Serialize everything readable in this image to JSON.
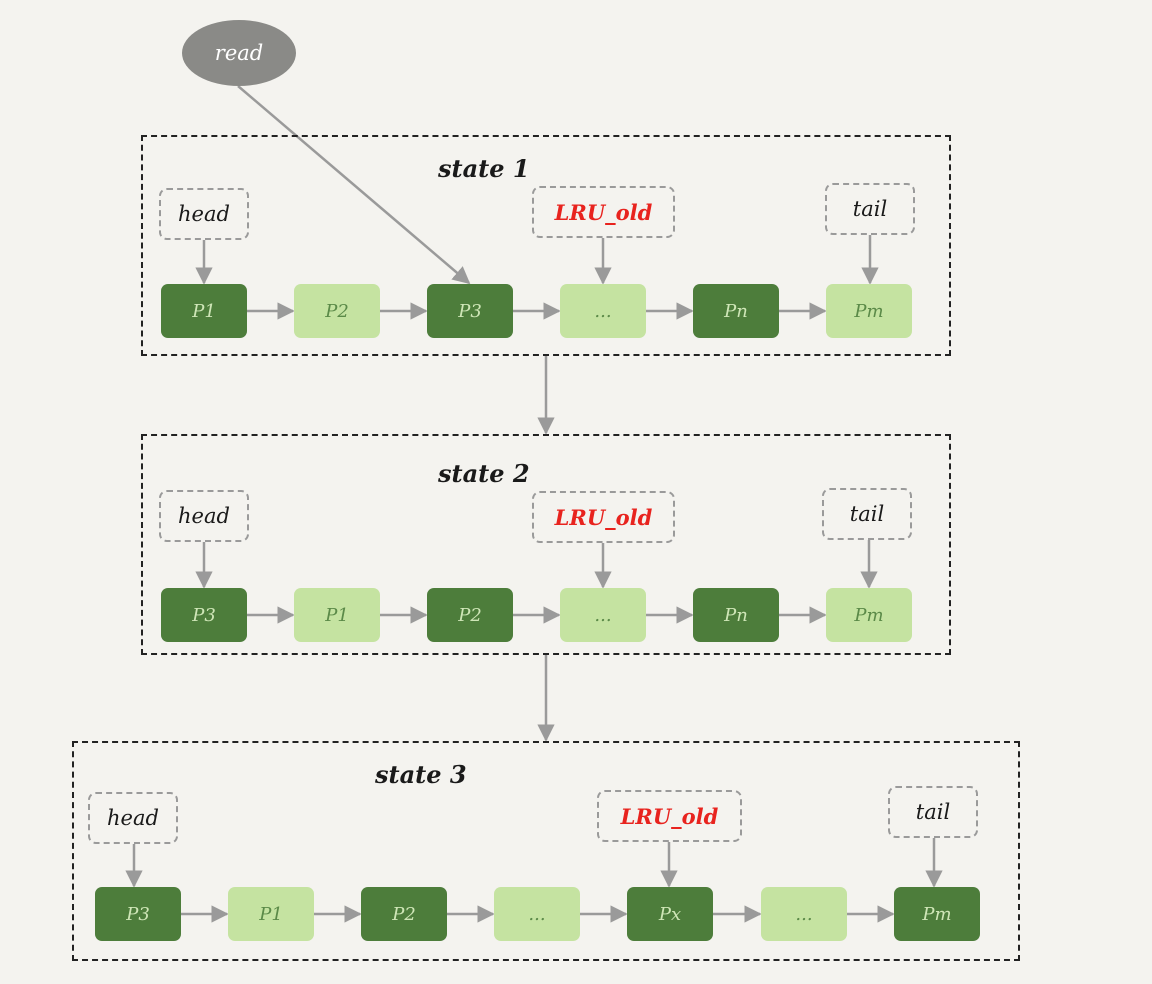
{
  "read_label": "read",
  "colors": {
    "dark_node": "#4d7d3b",
    "light_node": "#c5e3a1",
    "lru_old_text": "#e8231e",
    "arrow": "#9a9a9a",
    "frame_border": "#222222",
    "background": "#f4f3ef"
  },
  "states": [
    {
      "title": "state 1",
      "head": "head",
      "lru_old": "LRU_old",
      "tail": "tail",
      "nodes": [
        {
          "label": "P1",
          "shade": "dark"
        },
        {
          "label": "P2",
          "shade": "light"
        },
        {
          "label": "P3",
          "shade": "dark"
        },
        {
          "label": "...",
          "shade": "light"
        },
        {
          "label": "Pn",
          "shade": "dark"
        },
        {
          "label": "Pm",
          "shade": "light"
        }
      ]
    },
    {
      "title": "state 2",
      "head": "head",
      "lru_old": "LRU_old",
      "tail": "tail",
      "nodes": [
        {
          "label": "P3",
          "shade": "dark"
        },
        {
          "label": "P1",
          "shade": "light"
        },
        {
          "label": "P2",
          "shade": "dark"
        },
        {
          "label": "...",
          "shade": "light"
        },
        {
          "label": "Pn",
          "shade": "dark"
        },
        {
          "label": "Pm",
          "shade": "light"
        }
      ]
    },
    {
      "title": "state 3",
      "head": "head",
      "lru_old": "LRU_old",
      "tail": "tail",
      "nodes": [
        {
          "label": "P3",
          "shade": "dark"
        },
        {
          "label": "P1",
          "shade": "light"
        },
        {
          "label": "P2",
          "shade": "dark"
        },
        {
          "label": "...",
          "shade": "light"
        },
        {
          "label": "Px",
          "shade": "dark"
        },
        {
          "label": "...",
          "shade": "light"
        },
        {
          "label": "Pm",
          "shade": "dark"
        }
      ]
    }
  ]
}
